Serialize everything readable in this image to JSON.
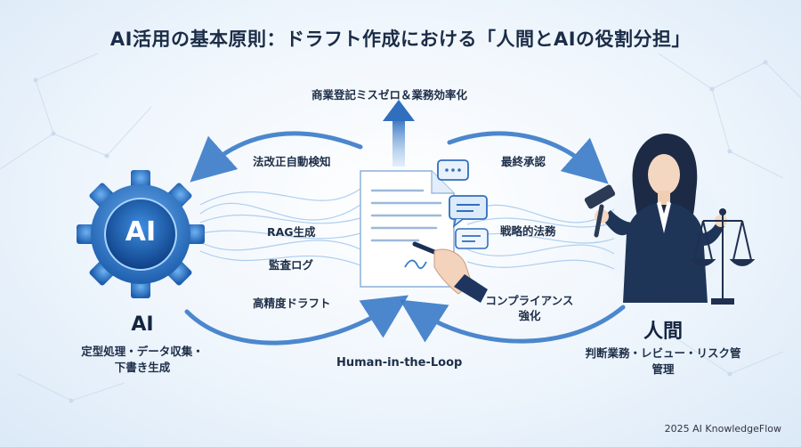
{
  "title": "AI活用の基本原則：ドラフト作成における「人間とAIの役割分担」",
  "top_goal": "商業登記ミスゼロ＆業務効率化",
  "loop_label": "Human-in-the-Loop",
  "ai_side": {
    "icon_text": "AI",
    "name": "AI",
    "desc_line1": "定型処理・データ収集・",
    "desc_line2": "下書き生成",
    "labels": [
      "法改正自動検知",
      "RAG生成",
      "監査ログ",
      "高精度ドラフト"
    ]
  },
  "human_side": {
    "name": "人間",
    "desc_line1": "判断業務・レビュー・リスク管",
    "desc_line2": "管理",
    "labels": [
      "最終承認",
      "戦略的法務",
      "コンプライアンス",
      "強化"
    ]
  },
  "footer": "2025 AI KnowledgeFlow",
  "colors": {
    "primary_blue": "#2f6fbe",
    "light_blue": "#8fbde8",
    "navy": "#1c2f4a",
    "suit": "#1f3558"
  }
}
